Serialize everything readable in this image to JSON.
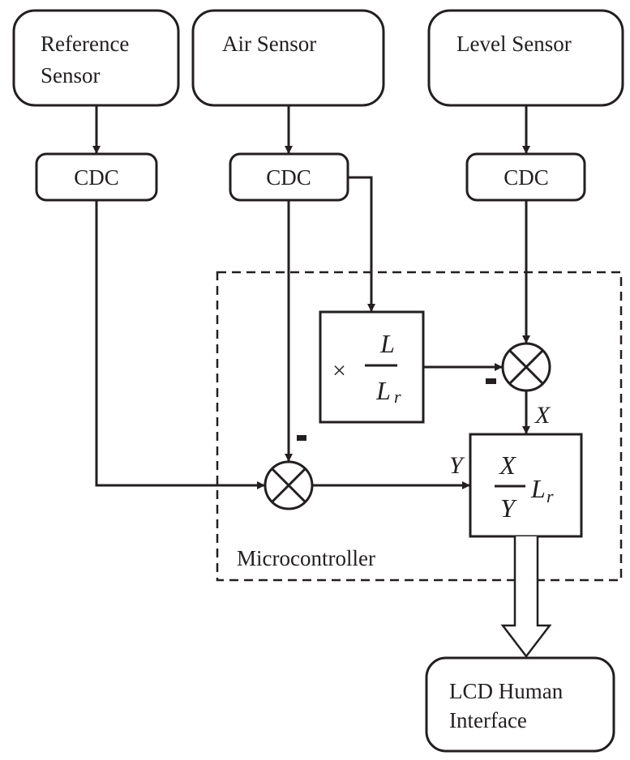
{
  "diagram": {
    "title": "Capacitive level measurement block diagram",
    "sensors": {
      "reference": {
        "line1": "Reference",
        "line2": "Sensor"
      },
      "air": {
        "line1": "Air Sensor"
      },
      "level": {
        "line1": "Level Sensor"
      }
    },
    "converters": {
      "reference": "CDC",
      "air": "CDC",
      "level": "CDC"
    },
    "microcontroller": {
      "label": "Microcontroller",
      "scale_block": {
        "operator": "×",
        "numerator": "L",
        "denominator": "L",
        "denominator_sub": "r"
      },
      "ratio_block": {
        "numerator": "X",
        "denominator": "Y",
        "factor": "L",
        "factor_sub": "r"
      },
      "signal_x": "X",
      "signal_y": "Y",
      "minus_sign_top": "-",
      "minus_sign_bottom": "-"
    },
    "output": {
      "line1": "LCD Human",
      "line2": "Interface"
    }
  }
}
